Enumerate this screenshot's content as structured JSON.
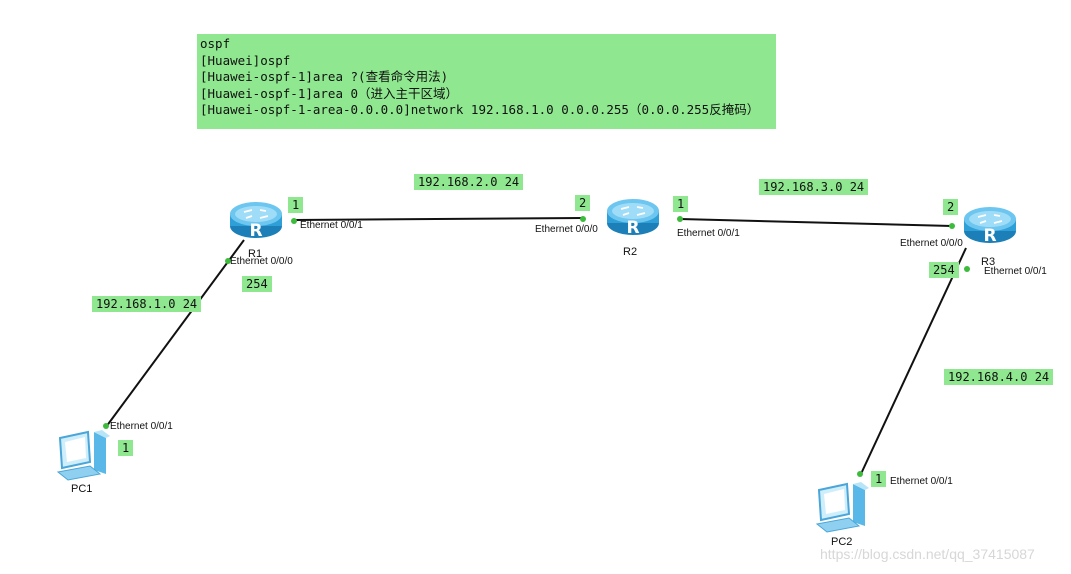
{
  "commands": [
    "ospf",
    "[Huawei]ospf",
    "[Huawei-ospf-1]area ?(查看命令用法)",
    "[Huawei-ospf-1]area 0（进入主干区域）",
    "[Huawei-ospf-1-area-0.0.0.0]network 192.168.1.0 0.0.0.255（0.0.0.255反掩码）"
  ],
  "devices": {
    "r1": "R1",
    "r2": "R2",
    "r3": "R3",
    "pc1": "PC1",
    "pc2": "PC2"
  },
  "networks": {
    "net1": "192.168.1.0 24",
    "net2": "192.168.2.0 24",
    "net3": "192.168.3.0 24",
    "net4": "192.168.4.0 24"
  },
  "ports": {
    "r1_e001": "Ethernet 0/0/1",
    "r1_e000": "Ethernet 0/0/0",
    "r2_e000": "Ethernet 0/0/0",
    "r2_e001": "Ethernet 0/0/1",
    "r3_e000": "Ethernet 0/0/0",
    "r3_e001": "Ethernet 0/0/1",
    "pc1_e001": "Ethernet 0/0/1",
    "pc2_e001": "Ethernet 0/0/1"
  },
  "hosts": {
    "r1_e001": "1",
    "r1_e000": "254",
    "r2_e000": "2",
    "r2_e001": "1",
    "r3_e000": "2",
    "r3_e001": "254",
    "pc1": "1",
    "pc2": "1"
  },
  "watermark": "https://blog.csdn.net/qq_37415087",
  "colors": {
    "label_bg": "#8fe88f",
    "port_dot": "#3dbb3d",
    "router": "#2f9fd8",
    "link": "#111111"
  },
  "icons": {
    "router": "router-icon",
    "pc": "pc-icon"
  }
}
